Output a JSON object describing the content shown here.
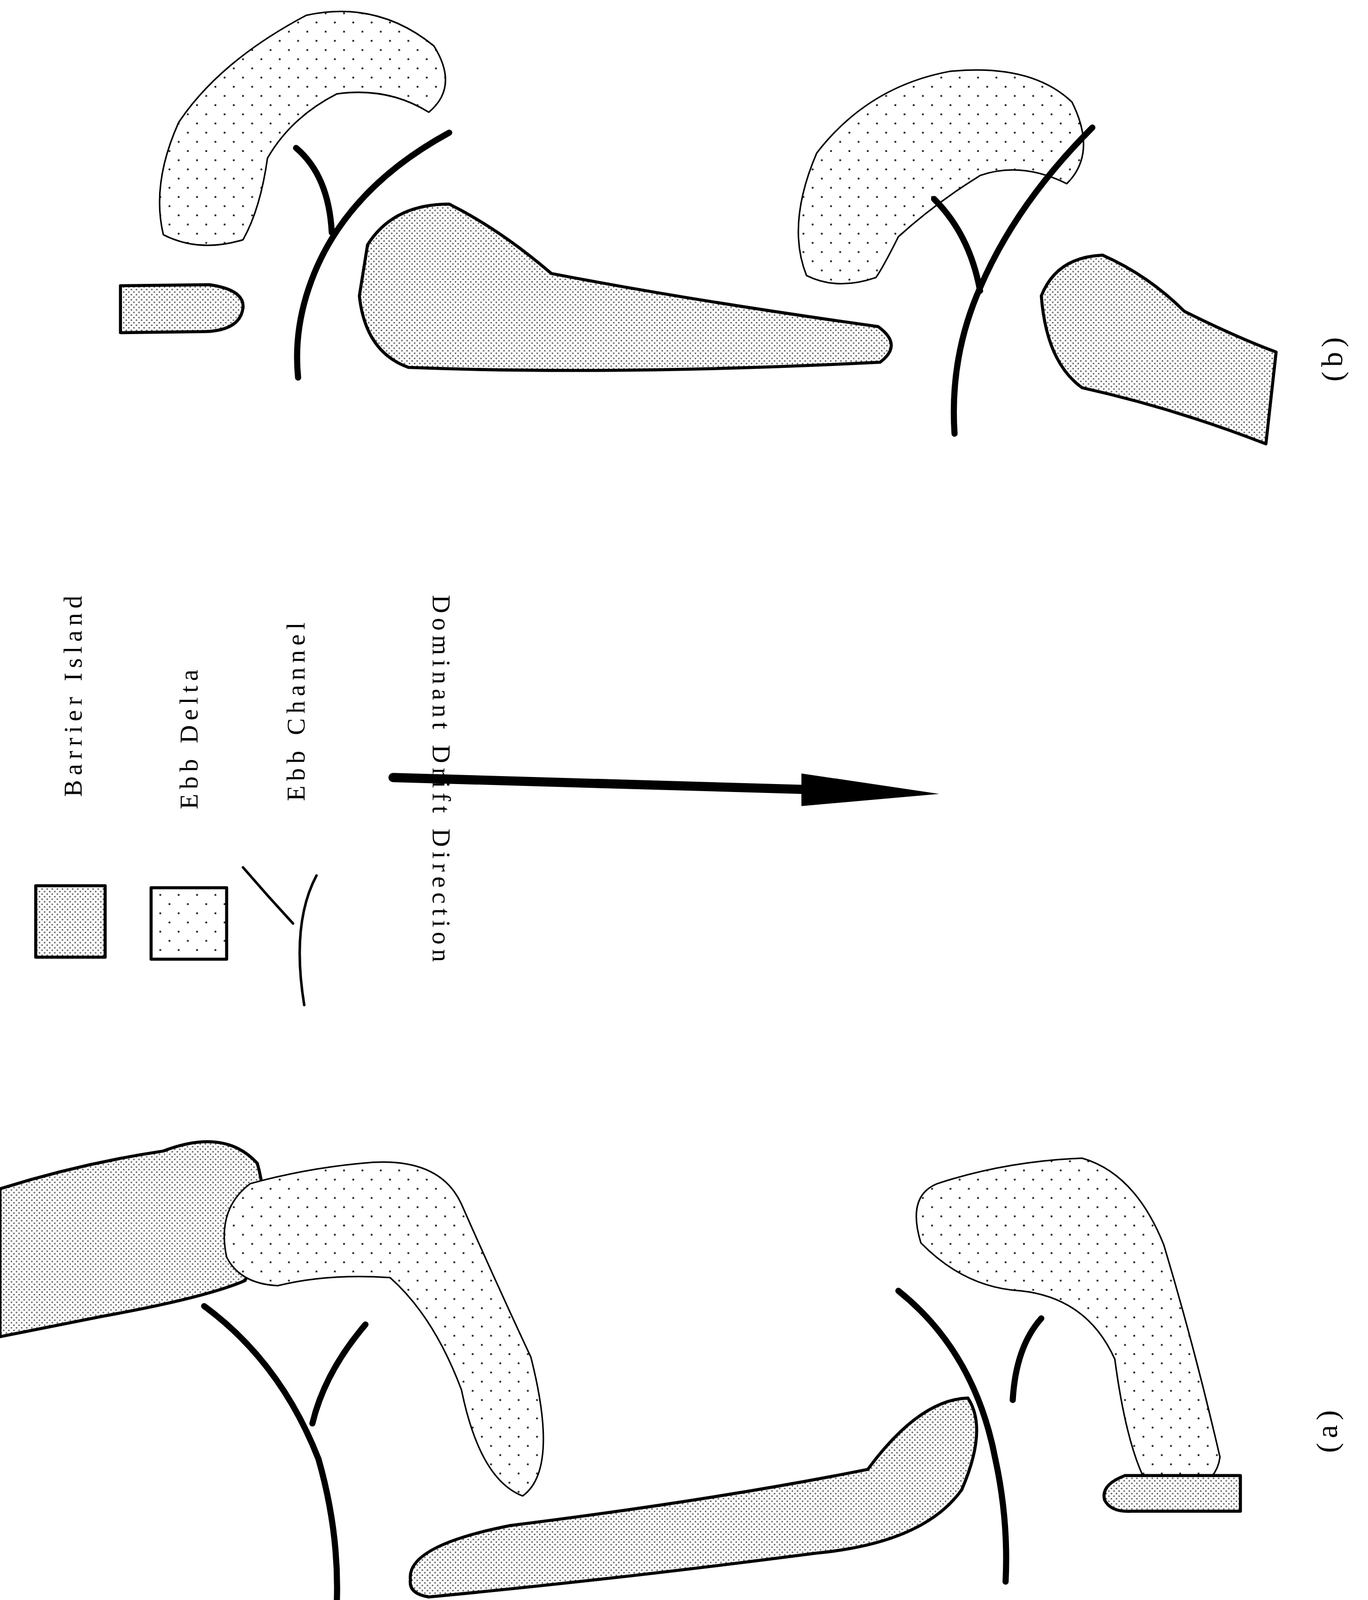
{
  "diagram": {
    "labels": [
      "Dominant Drift Direction",
      "(a)",
      "(b)"
    ],
    "legend": [
      {
        "text": "Barrier Island"
      },
      {
        "text": "Ebb Delta"
      },
      {
        "text": "Ebb Channel"
      }
    ]
  }
}
